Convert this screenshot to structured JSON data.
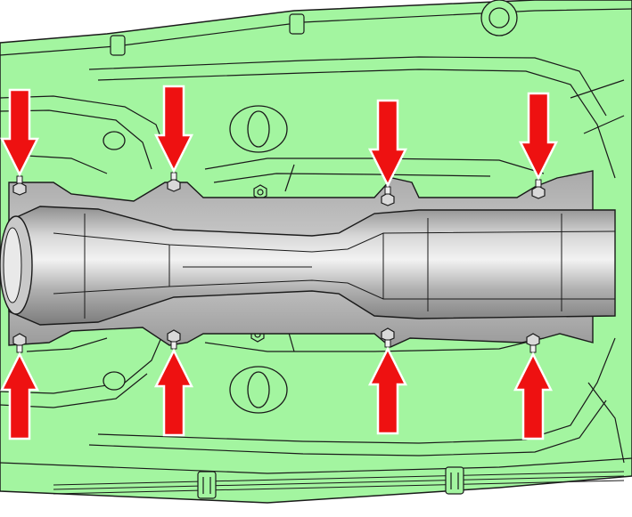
{
  "diagram": {
    "colors": {
      "underbody": "#a3f5a0",
      "outline": "#1a1a1a",
      "shield_dark": "#8a8a8a",
      "shield_mid": "#b8b8b8",
      "shield_light": "#e6e6e6",
      "arrow": "#ee1111",
      "arrow_outline": "#ffffff",
      "nut": "#d9d9d9"
    },
    "fasteners": [
      {
        "id": "nut-top-1",
        "arrow": "down"
      },
      {
        "id": "nut-top-2",
        "arrow": "down"
      },
      {
        "id": "nut-top-3",
        "arrow": "down"
      },
      {
        "id": "nut-top-4",
        "arrow": "down"
      },
      {
        "id": "nut-bottom-1",
        "arrow": "up"
      },
      {
        "id": "nut-bottom-2",
        "arrow": "up"
      },
      {
        "id": "nut-bottom-3",
        "arrow": "up"
      },
      {
        "id": "nut-bottom-4",
        "arrow": "up"
      }
    ]
  }
}
